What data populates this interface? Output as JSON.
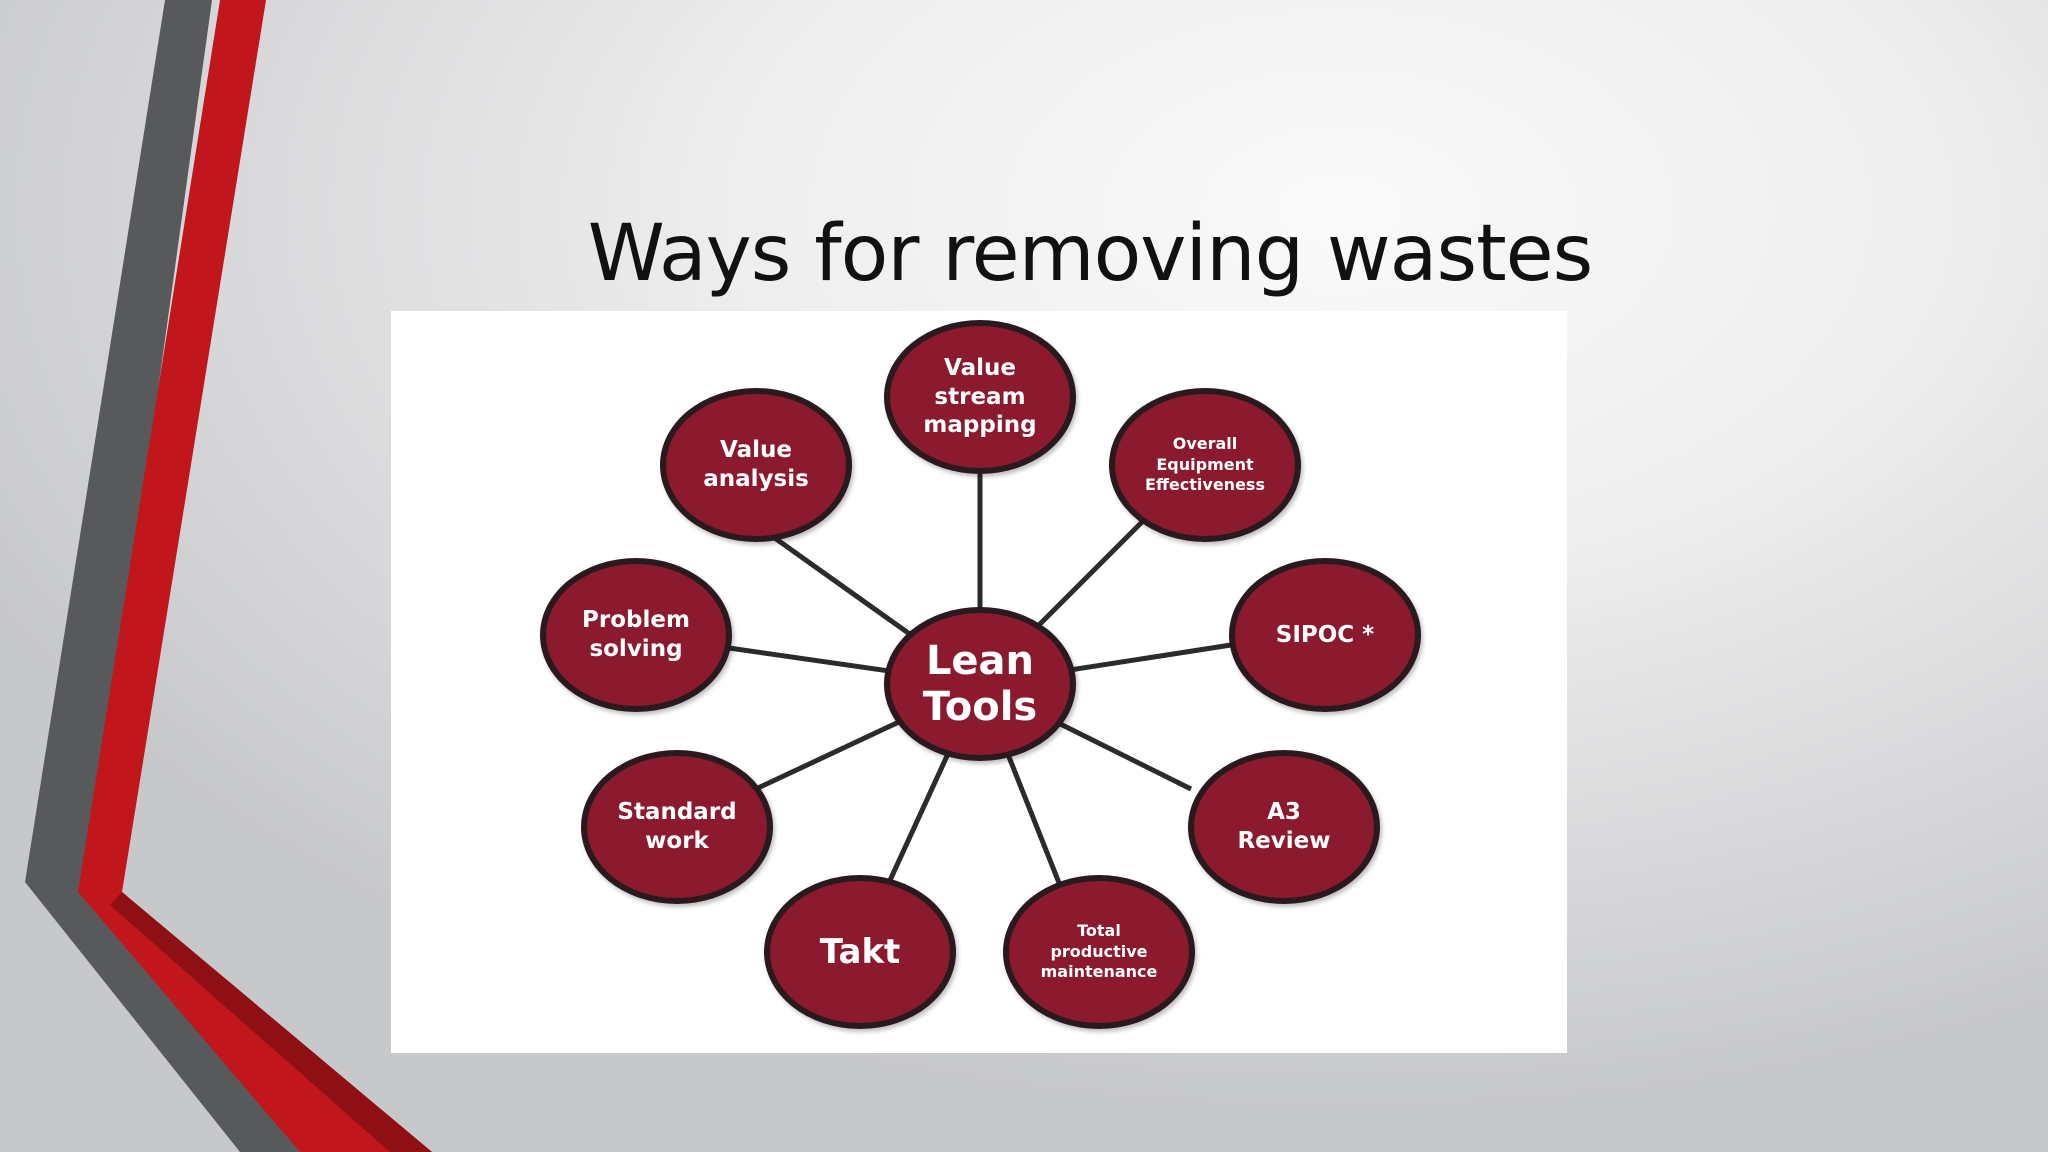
{
  "slide": {
    "title": "Ways for removing wastes"
  },
  "colors": {
    "node_fill": "#8b1a2e",
    "node_border": "#2a1a1d",
    "connector": "#2b2b2b",
    "accent_red": "#c0161c",
    "accent_gray": "#58595b"
  },
  "diagram": {
    "center": "Lean\nTools",
    "nodes": [
      "Value\nstream\nmapping",
      "Overall\nEquipment\nEffectiveness",
      "SIPOC *",
      "A3\nReview",
      "Total\nproductive\nmaintenance",
      "Takt",
      "Standard\nwork",
      "Problem\nsolving",
      "Value\nanalysis"
    ]
  }
}
